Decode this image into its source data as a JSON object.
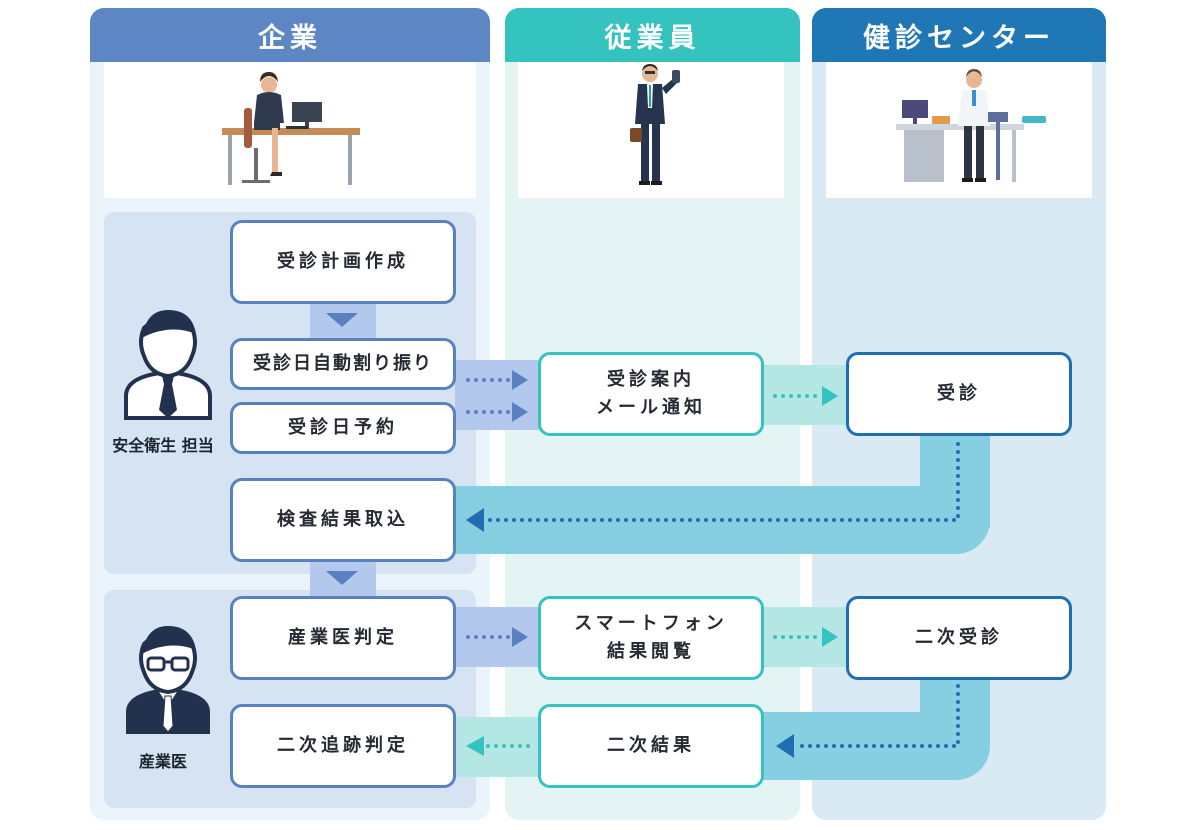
{
  "columns": {
    "company": "企業",
    "employee": "従業員",
    "center": "健診センター"
  },
  "roles": {
    "safety_officer": "安全衛生\n担当",
    "industrial_doctor": "産業医"
  },
  "steps": {
    "plan": "受診計画作成",
    "auto_assign": "受診日自動割り振り",
    "reserve": "受診日予約",
    "notice": "受診案内\nメール通知",
    "exam": "受診",
    "import": "検査結果取込",
    "judge": "産業医判定",
    "smartphone": "スマートフォン\n結果閲覧",
    "second_exam": "二次受診",
    "followup": "二次追跡判定",
    "second_result": "二次結果"
  },
  "colors": {
    "company": "#5d86c4",
    "employee": "#35c3c0",
    "center": "#1f78b5",
    "blue_arrow": "#5a80c0",
    "teal_arrow": "#35c3c0",
    "navy_arrow": "#1f6fb0"
  },
  "icons": {
    "company": "office-worker-at-desk-icon",
    "employee": "businessman-with-phone-icon",
    "center": "doctor-at-desk-icon",
    "safety_officer": "person-with-tie-icon",
    "industrial_doctor": "person-with-glasses-icon"
  }
}
